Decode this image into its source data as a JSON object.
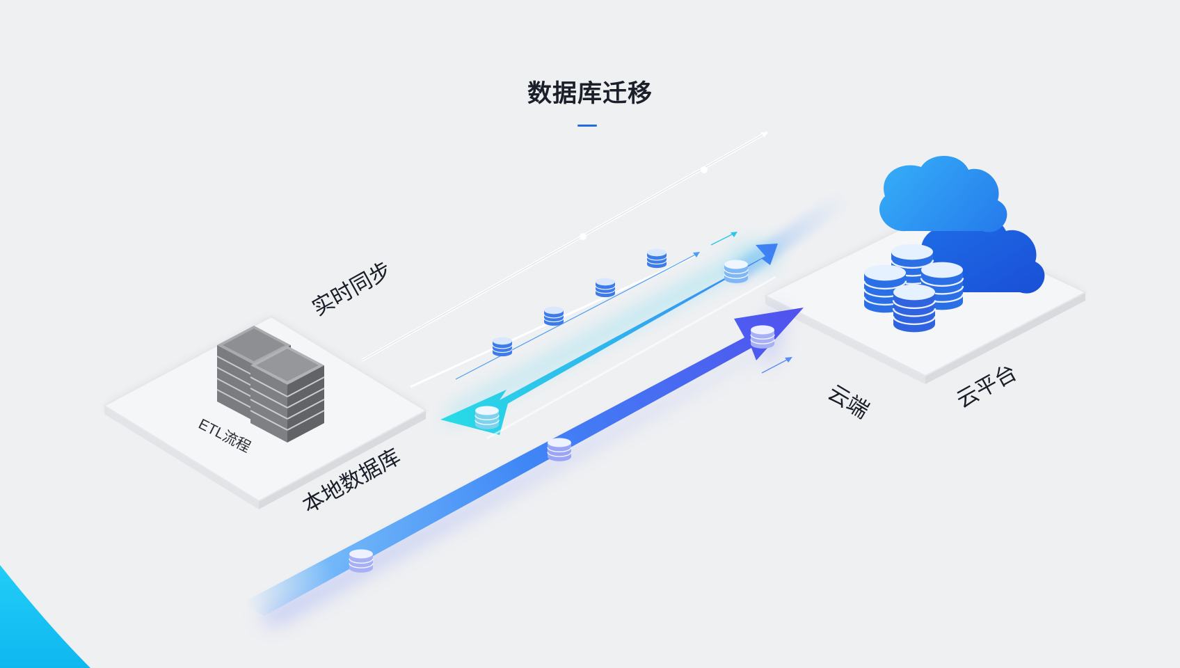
{
  "title": "数据库迁移",
  "labels": {
    "realtime_sync": "实时同步",
    "local_db": "本地数据库",
    "etl": "ETL流程",
    "cloud_end": "云端",
    "cloud_platform": "云平台"
  },
  "colors": {
    "accent": "#1f6be0",
    "cyan_arrow": "#28d2e6",
    "blue_arrow": "#3f6bf0",
    "cloud": "#2f8cf2",
    "corner": "#12c4f5",
    "background": "#eff0f2"
  },
  "icons": {
    "server": "server-rack-icon",
    "cloud": "cloud-icon",
    "database": "database-icon"
  }
}
